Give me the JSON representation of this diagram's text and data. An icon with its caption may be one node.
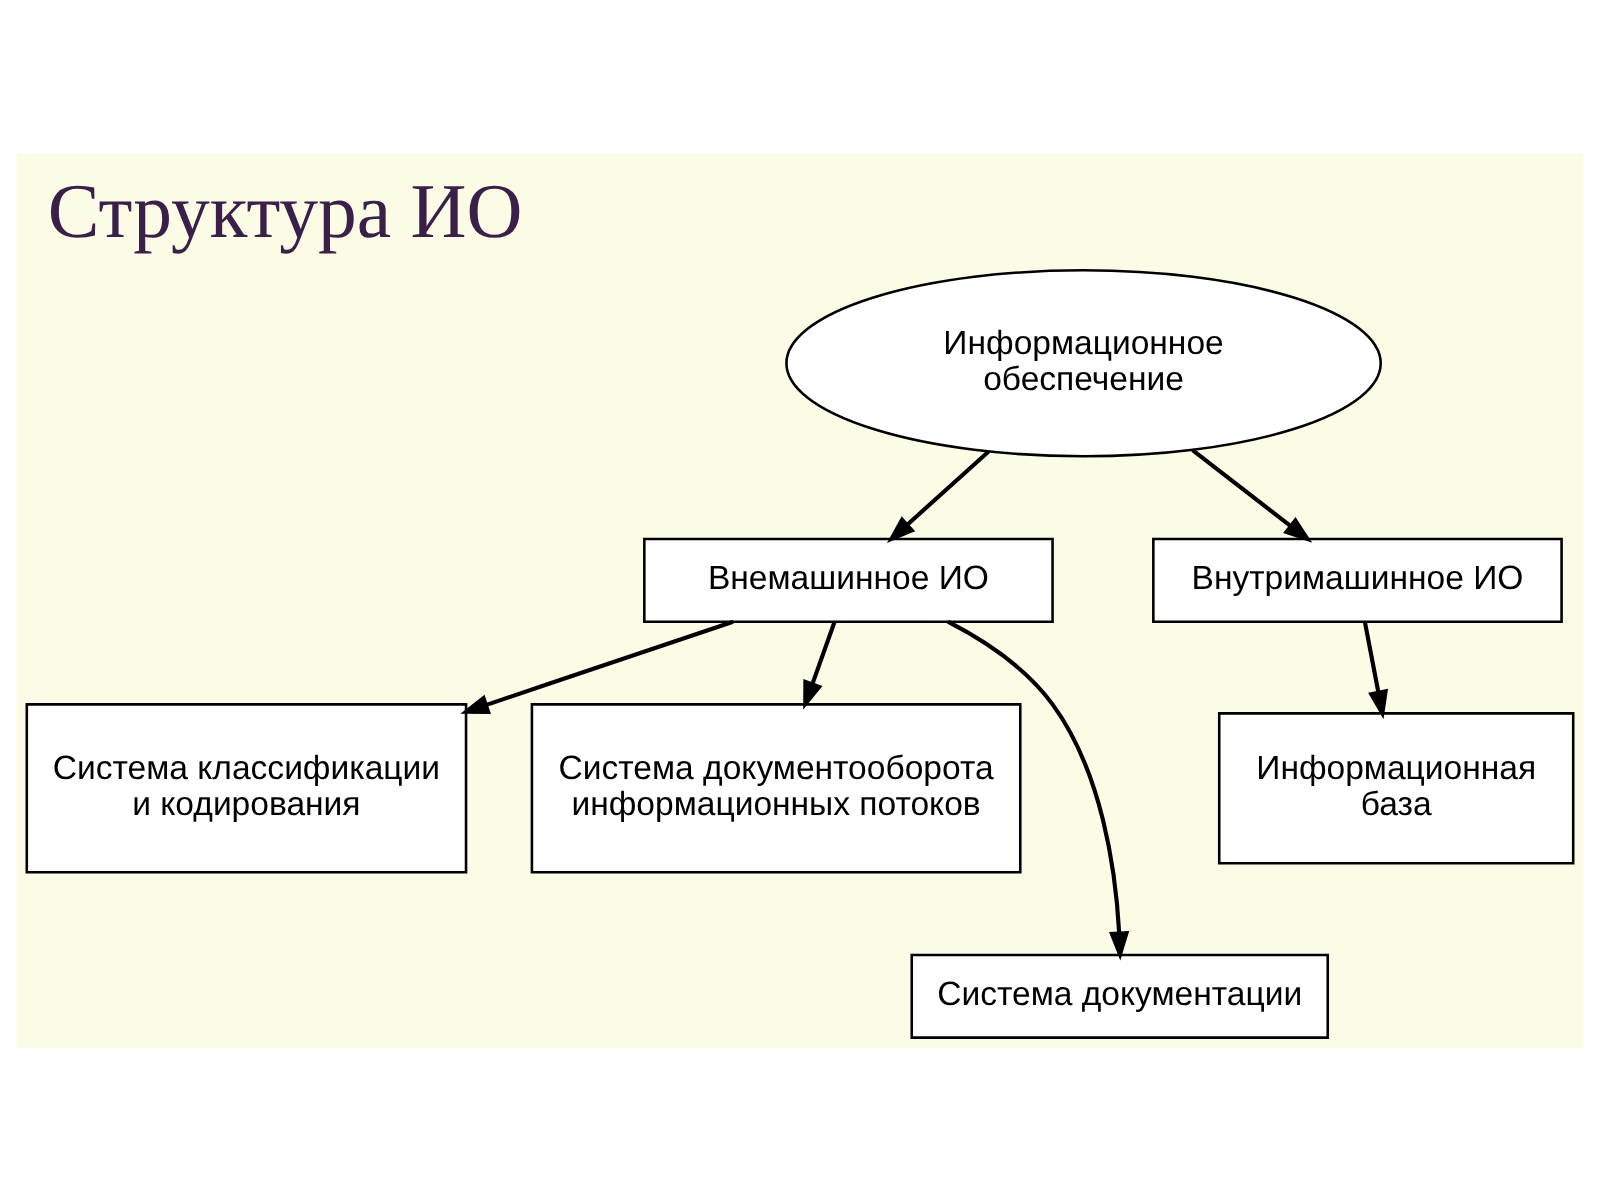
{
  "diagram": {
    "title": "Структура ИО",
    "nodes": [
      {
        "text": [
          "Информационное обеспечение"
        ]
      },
      {
        "text": [
          "Внемашинное ИО"
        ]
      },
      {
        "text": [
          "Внутримашинное ИО"
        ]
      },
      {
        "text": [
          "Система классификации и кодирования"
        ]
      },
      {
        "text": [
          "Система документооборота информационных потоков"
        ]
      },
      {
        "text": [
          "Система документации"
        ]
      },
      {
        "text": [
          "Информационная база"
        ]
      }
    ],
    "edges": [
      {
        "from": 0,
        "to": 1,
        "arrow": "to"
      },
      {
        "from": 0,
        "to": 2,
        "arrow": "to"
      },
      {
        "from": 1,
        "to": 3,
        "arrow": "to"
      },
      {
        "from": 1,
        "to": 4,
        "arrow": "to"
      },
      {
        "from": 1,
        "to": 5,
        "arrow": "to"
      },
      {
        "from": 2,
        "to": 6,
        "arrow": "to"
      }
    ]
  }
}
